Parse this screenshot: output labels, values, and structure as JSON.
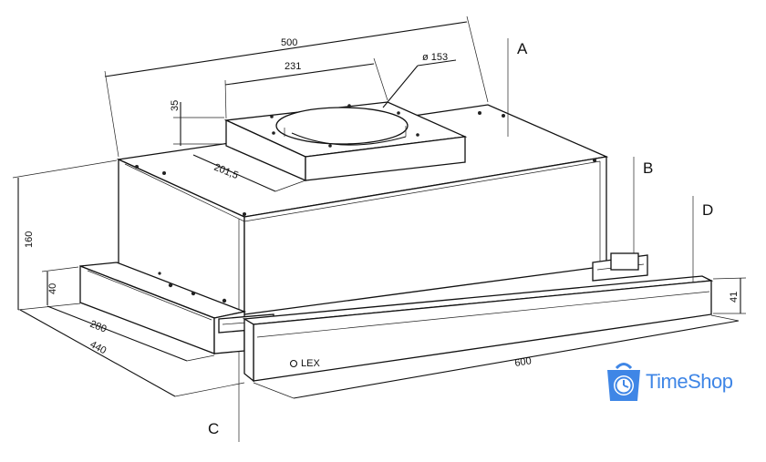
{
  "labels": {
    "a": "A",
    "b": "B",
    "c": "C",
    "d": "D"
  },
  "dimensions": {
    "width_total": "500",
    "outlet_width": "231",
    "outlet_diameter": "ø 153",
    "outlet_height": "35",
    "outlet_offset": "201,5",
    "height_total": "160",
    "panel_height_left": "40",
    "depth_inner": "280",
    "depth_total": "440",
    "panel_width": "600",
    "panel_height_right": "41"
  },
  "brand_on_panel": "LEX",
  "watermark": {
    "text": "TimeShop",
    "color": "#3f86e6"
  }
}
